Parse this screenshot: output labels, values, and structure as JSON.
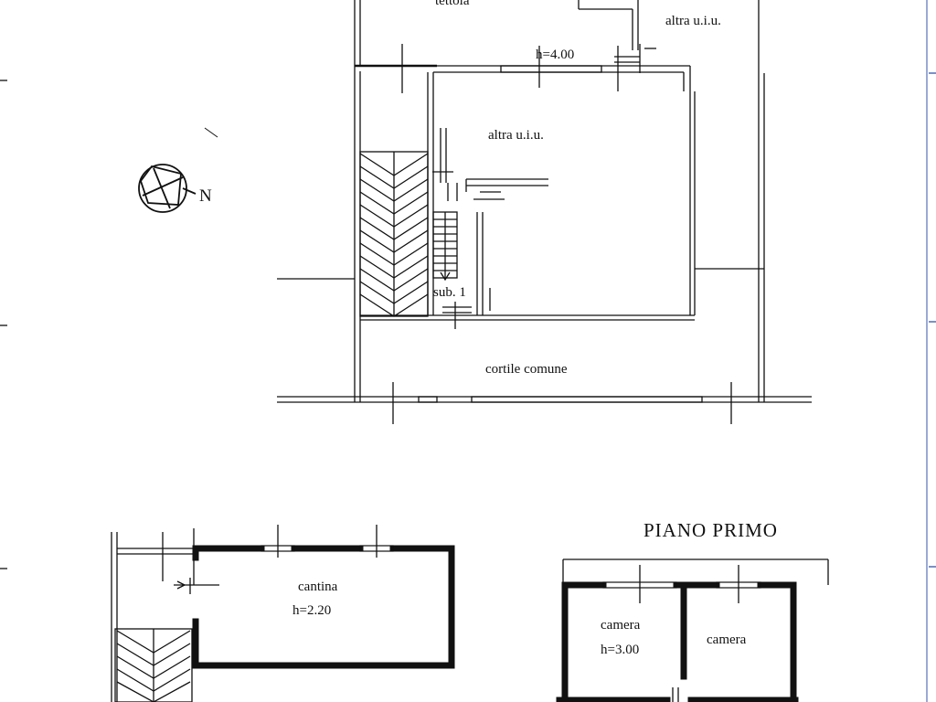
{
  "labels": {
    "tettoia": "tettoia",
    "altra_uiu_top": "altra u.i.u.",
    "height_ground": "h=4.00",
    "altra_uiu_main": "altra u.i.u.",
    "north": "N",
    "sub1": "sub. 1",
    "cortile": "cortile comune",
    "piano_primo": "PIANO PRIMO",
    "cantina": "cantina",
    "cantina_height": "h=2.20",
    "camera_left": "camera",
    "camera_left_height": "h=3.00",
    "camera_right": "camera"
  }
}
